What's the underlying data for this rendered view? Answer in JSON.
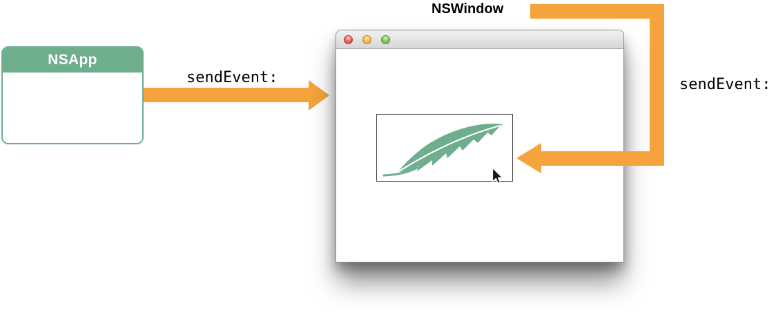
{
  "nsapp_box": {
    "title": "NSApp"
  },
  "arrows": {
    "app_to_window": {
      "label": "sendEvent:",
      "direction": "right"
    },
    "window_to_view": {
      "label": "sendEvent:",
      "direction": "left"
    }
  },
  "window": {
    "label": "NSWindow",
    "traffic_lights": [
      "close",
      "minimize",
      "zoom"
    ],
    "view": {
      "icon": "leaf-icon",
      "cursor": "mouse-cursor-icon"
    }
  },
  "colors": {
    "arrow_orange": "#F5A43D",
    "class_green": "#6FAE8C",
    "leaf_green": "#6FAE8C",
    "traffic_red": "#EF5B54",
    "traffic_yellow": "#FDBB3F",
    "traffic_green": "#7FC74F",
    "titlebar_top": "#F2F2F2",
    "titlebar_bottom": "#D6D6D6"
  }
}
